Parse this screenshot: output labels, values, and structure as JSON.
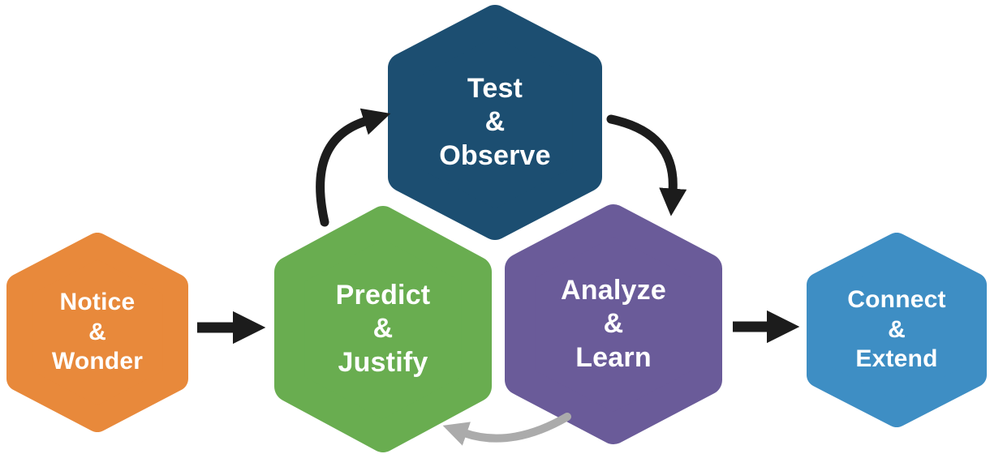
{
  "diagram": {
    "background": "#ffffff",
    "text_color": "#ffffff",
    "nodes": [
      {
        "id": "notice-wonder",
        "label": "Notice\n&\nWonder",
        "color": "#E8893B"
      },
      {
        "id": "predict-justify",
        "label": "Predict\n&\nJustify",
        "color": "#69AD50"
      },
      {
        "id": "test-observe",
        "label": "Test\n&\nObserve",
        "color": "#1C4E71"
      },
      {
        "id": "analyze-learn",
        "label": "Analyze\n&\nLearn",
        "color": "#6A5B99"
      },
      {
        "id": "connect-extend",
        "label": "Connect\n&\nExtend",
        "color": "#3E8EC4"
      }
    ],
    "arrows": [
      {
        "from": "notice-wonder",
        "to": "predict-justify",
        "style": "straight",
        "color": "#1C1C1C"
      },
      {
        "from": "predict-justify",
        "to": "test-observe",
        "style": "curved",
        "color": "#1C1C1C"
      },
      {
        "from": "test-observe",
        "to": "analyze-learn",
        "style": "curved",
        "color": "#1C1C1C"
      },
      {
        "from": "analyze-learn",
        "to": "predict-justify",
        "style": "curved",
        "color": "#ABABAB"
      },
      {
        "from": "analyze-learn",
        "to": "connect-extend",
        "style": "straight",
        "color": "#1C1C1C"
      }
    ]
  }
}
